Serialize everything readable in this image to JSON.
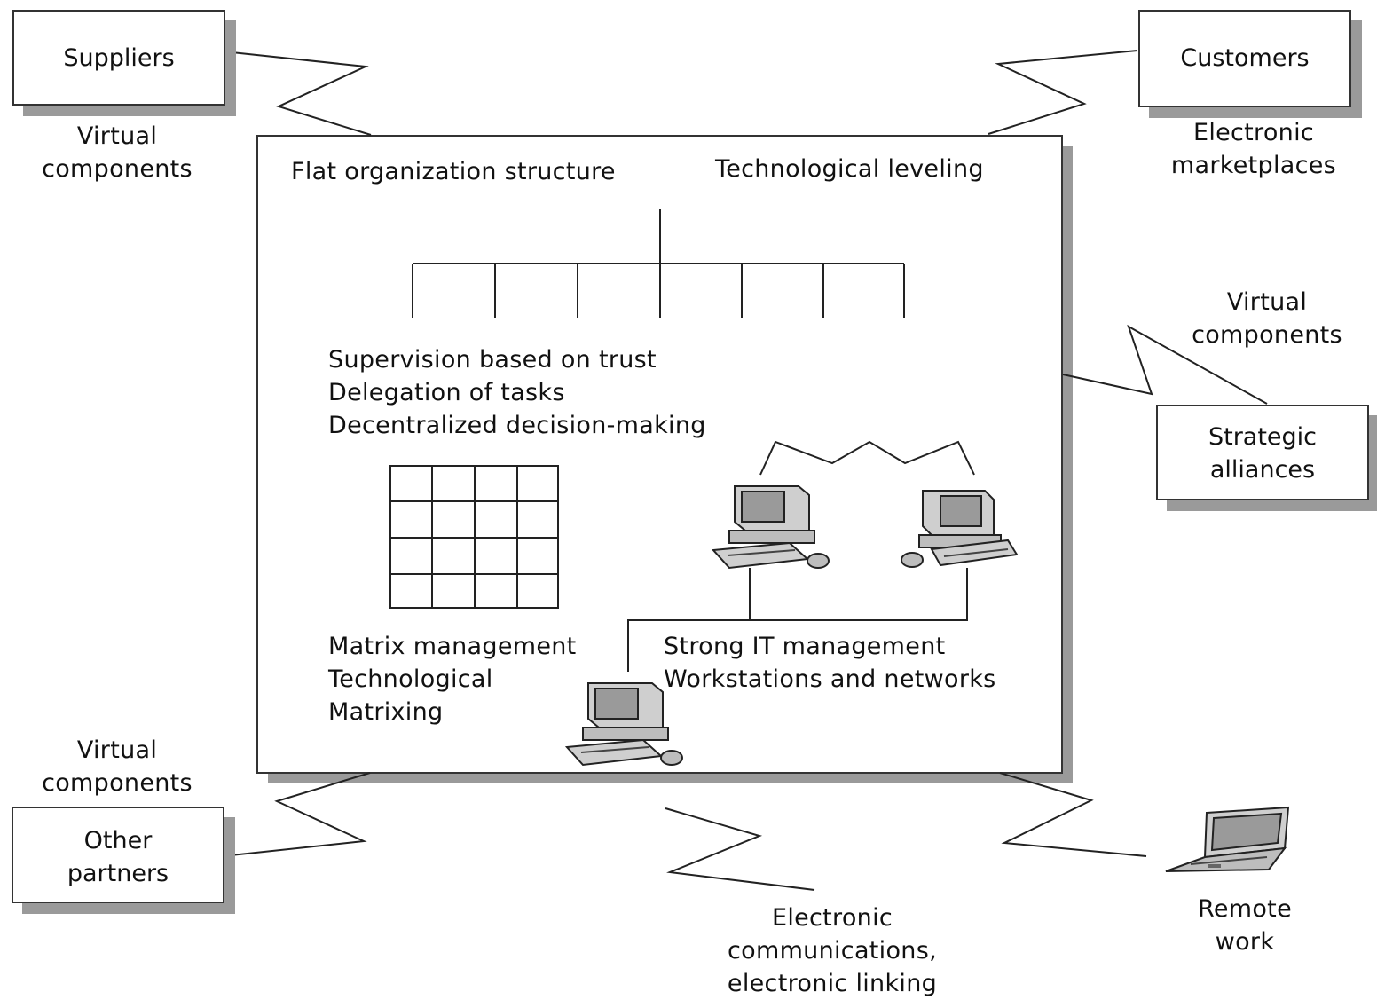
{
  "entities": {
    "suppliers": "Suppliers",
    "customers": "Customers",
    "strategic_alliances": "Strategic\nalliances",
    "other_partners": "Other\npartners"
  },
  "outer_labels": {
    "virtual_components_top_left": "Virtual\ncomponents",
    "electronic_marketplaces": "Electronic\nmarketplaces",
    "virtual_components_right": "Virtual\ncomponents",
    "virtual_components_bottom_left": "Virtual\ncomponents",
    "electronic_communications": "Electronic\ncommunications,\nelectronic linking",
    "remote_work": "Remote\nwork"
  },
  "organization": {
    "flat_structure": "Flat organization structure",
    "technological_leveling": "Technological leveling",
    "supervision_items": "Supervision based on trust\nDelegation of tasks\nDecentralized decision-making",
    "matrix_items": "Matrix management\nTechnological\nMatrixing",
    "it_items": "Strong IT management\nWorkstations and networks"
  },
  "icons": [
    "desktop-computer-icon",
    "desktop-computer-icon",
    "desktop-computer-icon",
    "laptop-icon"
  ]
}
